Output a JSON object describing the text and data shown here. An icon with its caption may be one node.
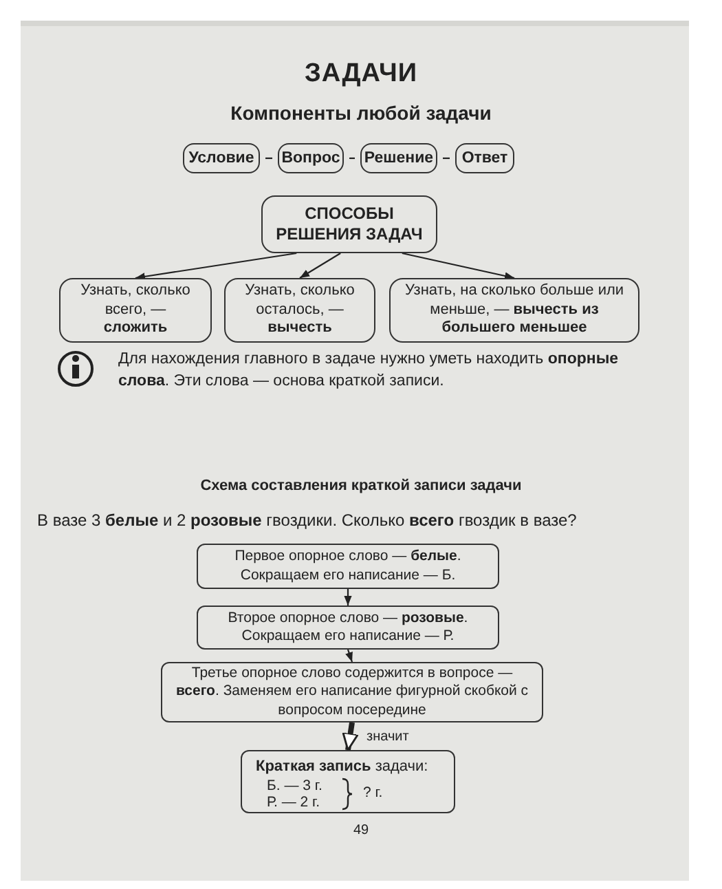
{
  "diagram": {
    "title": "ЗАДАЧИ",
    "nodes": [
      {
        "text": [
          "Условие"
        ]
      },
      {
        "text": [
          "Вопрос"
        ]
      },
      {
        "text": [
          "Решение"
        ]
      },
      {
        "text": [
          "Ответ"
        ]
      },
      {
        "text": [
          "СПОСОБЫ РЕШЕНИЯ ЗАДАЧ"
        ]
      },
      {
        "text": [
          "Узнать, сколько всего, — **сложить**"
        ]
      },
      {
        "text": [
          "Узнать, сколько осталось, — **вычесть**"
        ]
      },
      {
        "text": [
          "Узнать, на сколько больше или меньше, — **вычесть из большего меньшее**"
        ]
      },
      {
        "text": [
          "Первое опорное слово — **белые**. Сокращаем его написание — Б."
        ]
      },
      {
        "text": [
          "Второе опорное слово — **розовые**. Сокращаем его написание — Р."
        ]
      },
      {
        "text": [
          "Третье опорное слово содержится в вопросе — **всего**. Заменяем его написание фигурной скобкой с вопросом посередине"
        ]
      },
      {
        "text": [
          "**Краткая запись** задачи:",
          "Б. — 3 г.",
          "Р. — 2 г.",
          "? г."
        ]
      }
    ],
    "edges": [
      {
        "from": 0,
        "to": 1,
        "arrow": "none"
      },
      {
        "from": 1,
        "to": 2,
        "arrow": "none"
      },
      {
        "from": 2,
        "to": 3,
        "arrow": "none"
      },
      {
        "from": 4,
        "to": 5,
        "arrow": "to"
      },
      {
        "from": 4,
        "to": 6,
        "arrow": "to"
      },
      {
        "from": 4,
        "to": 7,
        "arrow": "to"
      },
      {
        "from": 8,
        "to": 9,
        "arrow": "to"
      },
      {
        "from": 9,
        "to": 10,
        "arrow": "to"
      },
      {
        "from": 10,
        "to": 11,
        "arrow": "to",
        "label": "значит",
        "style": "thick"
      }
    ],
    "labels": [
      "Компоненты любой задачи",
      "Для нахождения главного в задаче нужно уметь находить **опорные слова**. Эти слова — основа краткой записи.",
      "Схема составления краткой записи задачи",
      "В вазе 3 **белые** и 2 **розовые** гвоздики. Сколько **всего** гвоздик в вазе?",
      "49"
    ]
  }
}
